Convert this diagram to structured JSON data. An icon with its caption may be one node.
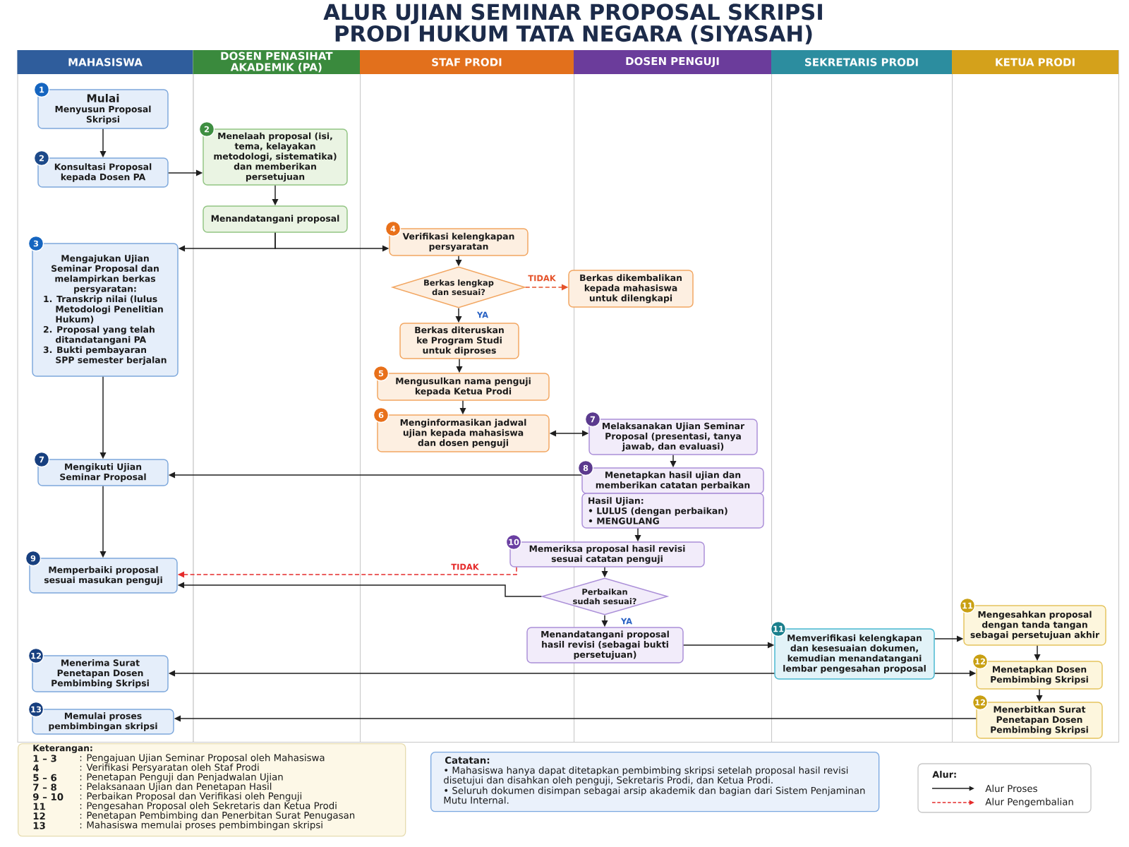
{
  "diagram": {
    "title": "ALUR UJIAN SEMINAR PROPOSAL SKRIPSI PRODI HUKUM TATA NEGARA (SIYASAH)",
    "nodes": [
      {
        "text": [
          "MAHASISWA"
        ]
      },
      {
        "text": [
          "DOSEN PENASIHAT AKADEMIK (PA)"
        ]
      },
      {
        "text": [
          "STAF PRODI"
        ]
      },
      {
        "text": [
          "DOSEN PENGUJI"
        ]
      },
      {
        "text": [
          "SEKRETARIS PRODI"
        ]
      },
      {
        "text": [
          "KETUA PRODI"
        ]
      },
      {
        "text": [
          "Mulai",
          "Menyusun Proposal Skripsi"
        ],
        "in": 0,
        "beside": [
          "1"
        ]
      },
      {
        "text": [
          "Menelaah proposal (isi, tema, kelayakan metodologi, sistematika) dan memberikan persetujuan"
        ],
        "in": 1,
        "beside": [
          "2"
        ]
      },
      {
        "text": [
          "Konsultasi Proposal kepada Dosen PA"
        ],
        "in": 0,
        "beside": [
          "2"
        ]
      },
      {
        "text": [
          "Menandatangani proposal"
        ],
        "in": 1
      },
      {
        "text": [
          "Verifikasi kelengkapan persyaratan"
        ],
        "in": 2,
        "beside": [
          "4"
        ]
      },
      {
        "text": [
          "Mengajukan Ujian Seminar Proposal dan melampirkan berkas persyaratan:",
          "1. Transkrip nilai (lulus Metodologi Penelitian Hukum)",
          "2. Proposal yang telah ditandatangani PA",
          "3. Bukti pembayaran SPP semester berjalan"
        ],
        "in": 0,
        "beside": [
          "3"
        ]
      },
      {
        "text": [
          "Berkas lengkap dan sesuai?"
        ],
        "in": 2
      },
      {
        "text": [
          "Berkas dikembalikan kepada mahasiswa untuk dilengkapi"
        ],
        "in": 3
      },
      {
        "text": [
          "Berkas diteruskan ke Program Studi untuk diproses"
        ],
        "in": 2
      },
      {
        "text": [
          "Mengusulkan nama penguji kepada Ketua Prodi"
        ],
        "in": 2,
        "beside": [
          "5"
        ]
      },
      {
        "text": [
          "Menginformasikan jadwal ujian kepada mahasiswa dan dosen penguji"
        ],
        "in": 2,
        "beside": [
          "6"
        ]
      },
      {
        "text": [
          "Melaksanakan Ujian Seminar Proposal (presentasi, tanya jawab, dan evaluasi)"
        ],
        "in": 3,
        "beside": [
          "7"
        ]
      },
      {
        "text": [
          "Mengikuti Ujian Seminar Proposal"
        ],
        "in": 0,
        "beside": [
          "7"
        ]
      },
      {
        "text": [
          "Menetapkan hasil ujian dan memberikan catatan perbaikan"
        ],
        "in": 3,
        "beside": [
          "8"
        ]
      },
      {
        "text": [
          "Hasil Ujian:",
          "• LULUS (dengan perbaikan)",
          "• MENGULANG"
        ],
        "in": 3
      },
      {
        "text": [
          "Memeriksa proposal hasil revisi sesuai catatan penguji"
        ],
        "beside": [
          "10"
        ]
      },
      {
        "text": [
          "Memperbaiki proposal sesuai masukan penguji"
        ],
        "in": 0,
        "beside": [
          "9"
        ]
      },
      {
        "text": [
          "Perbaikan sudah sesuai?"
        ]
      },
      {
        "text": [
          "Mengesahkan proposal dengan tanda tangan sebagai persetujuan akhir"
        ],
        "in": 5,
        "beside": [
          "11"
        ]
      },
      {
        "text": [
          "Menandatangani proposal hasil revisi (sebagai bukti persetujuan)"
        ]
      },
      {
        "text": [
          "Memverifikasi kelengkapan dan kesesuaian dokumen, kemudian menandatangani lembar pengesahan proposal"
        ],
        "in": 4,
        "beside": [
          "11"
        ]
      },
      {
        "text": [
          "Menerima Surat Penetapan Dosen Pembimbing Skripsi"
        ],
        "in": 0,
        "beside": [
          "12"
        ]
      },
      {
        "text": [
          "Menetapkan Dosen Pembimbing Skripsi"
        ],
        "in": 5,
        "beside": [
          "12"
        ]
      },
      {
        "text": [
          "Menerbitkan Surat Penetapan Dosen Pembimbing Skripsi"
        ],
        "in": 5,
        "beside": [
          "12"
        ]
      },
      {
        "text": [
          "Memulai proses pembimbingan skripsi"
        ],
        "in": 0,
        "beside": [
          "13"
        ]
      },
      {
        "text": [
          "Keterangan:",
          "1 – 3",
          ": Pengajuan Ujian Seminar Proposal oleh Mahasiswa",
          "4",
          ": Verifikasi Persyaratan oleh Staf Prodi",
          "5 – 6",
          ": Penetapan Penguji dan Penjadwalan Ujian",
          "7 – 8",
          ": Pelaksanaan Ujian dan Penetapan Hasil",
          "9 – 10",
          ": Perbaikan Proposal dan Verifikasi oleh Penguji",
          "11",
          ": Pengesahan Proposal oleh Sekretaris dan Ketua Prodi",
          "12",
          ": Penetapan Pembimbing dan Penerbitan Surat Penugasan",
          "13",
          ": Mahasiswa memulai proses pembimbingan skripsi"
        ]
      },
      {
        "text": [
          "Catatan:",
          "• Mahasiswa hanya dapat ditetapkan pembimbing skripsi setelah proposal hasil revisi disetujui dan disahkan oleh penguji, Sekretaris Prodi, dan Ketua Prodi.",
          "• Seluruh dokumen disimpan sebagai arsip akademik dan bagian dari Sistem Penjaminan Mutu Internal."
        ]
      }
    ],
    "edges": [
      {
        "from": 6,
        "to": 8,
        "arrow": "to"
      },
      {
        "from": 8,
        "to": 7,
        "arrow": "to"
      },
      {
        "from": 7,
        "to": 9,
        "arrow": "to"
      },
      {
        "from": 9,
        "to": 11,
        "arrow": "to"
      },
      {
        "from": 9,
        "to": 10,
        "arrow": "to"
      },
      {
        "from": 11,
        "to": 18,
        "arrow": "to"
      },
      {
        "from": 10,
        "to": 12,
        "arrow": "to"
      },
      {
        "from": 12,
        "to": 13,
        "arrow": "to",
        "label": "TIDAK",
        "style": "dashed",
        "color": "#e5532b"
      },
      {
        "from": 12,
        "to": 14,
        "arrow": "to",
        "label": "YA"
      },
      {
        "from": 14,
        "to": 15,
        "arrow": "to"
      },
      {
        "from": 15,
        "to": 16,
        "arrow": "to"
      },
      {
        "from": 16,
        "to": 17,
        "arrow": "both"
      },
      {
        "from": 17,
        "to": 19,
        "arrow": "to"
      },
      {
        "from": 19,
        "to": 18,
        "arrow": "to"
      },
      {
        "from": 20,
        "to": 21,
        "arrow": "to"
      },
      {
        "from": 18,
        "to": 22,
        "arrow": "to"
      },
      {
        "from": 21,
        "to": 23,
        "arrow": "to"
      },
      {
        "from": 21,
        "to": 22,
        "arrow": "to",
        "label": "TIDAK",
        "style": "dashed",
        "color": "#e52b2b"
      },
      {
        "from": 23,
        "to": 22,
        "arrow": "to"
      },
      {
        "from": 23,
        "to": 25,
        "arrow": "to",
        "label": "YA"
      },
      {
        "from": 25,
        "to": 26,
        "arrow": "to"
      },
      {
        "from": 26,
        "to": 24,
        "arrow": "to"
      },
      {
        "from": 24,
        "to": 28,
        "arrow": "to"
      },
      {
        "from": 26,
        "to": 27,
        "arrow": "to"
      },
      {
        "from": 26,
        "to": 28,
        "arrow": "to"
      },
      {
        "from": 28,
        "to": 29,
        "arrow": "to"
      },
      {
        "from": 29,
        "to": 30,
        "arrow": "to"
      }
    ],
    "labels": [
      "Alur:"
    ],
    "legend": [
      {
        "text": "Alur Proses"
      },
      {
        "text": "Alur Pengembalian"
      }
    ]
  }
}
